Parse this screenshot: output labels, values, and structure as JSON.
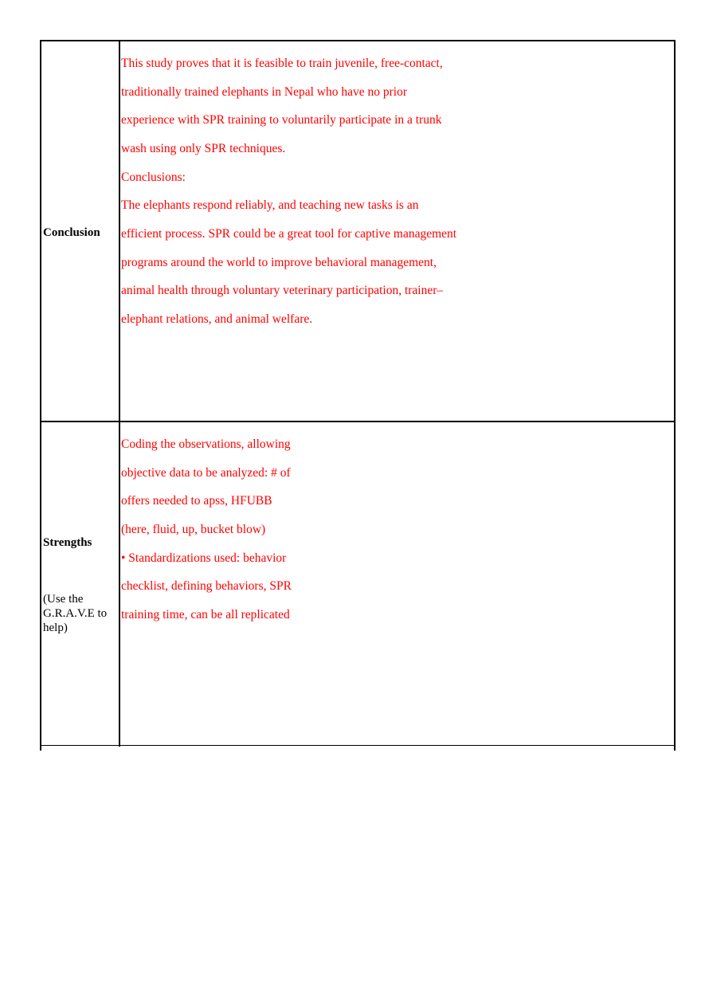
{
  "rows": [
    {
      "label": "Conclusion",
      "lines": [
        "This study proves that it is feasible to train juvenile, free-contact,",
        "traditionally trained elephants in Nepal who have no prior",
        "experience with SPR training to voluntarily participate in a trunk",
        "wash using only SPR techniques.",
        "Conclusions:",
        "The elephants respond reliably, and teaching new tasks is an",
        "efficient process. SPR could be a great tool for captive management",
        "programs around the world to improve behavioral management,",
        "animal health through voluntary veterinary participation, trainer–",
        "elephant relations, and animal welfare."
      ]
    },
    {
      "label": "Strengths",
      "hint": "(Use the G.R.A.V.E to help)",
      "lines": [
        "Coding the observations, allowing",
        "objective data to be analyzed: # of",
        "offers needed to apss, HFUBB",
        "(here, fluid, up, bucket blow)",
        "• Standardizations used: behavior",
        "checklist, defining behaviors, SPR",
        "training time, can be all replicated"
      ]
    }
  ],
  "colors": {
    "answer_text": "#ff0000",
    "border": "#000000"
  }
}
